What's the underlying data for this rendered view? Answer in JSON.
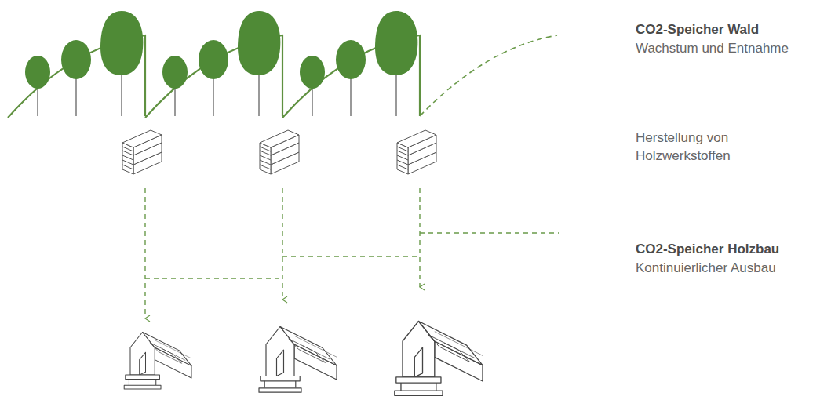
{
  "diagram": {
    "labels": [
      "CO2-Speicher Wald",
      "Wachstum und Entnahme",
      "Herstellung von Holzwerkstoffen",
      "CO2-Speicher Holzbau",
      "Kontinuierlicher Ausbau"
    ]
  }
}
